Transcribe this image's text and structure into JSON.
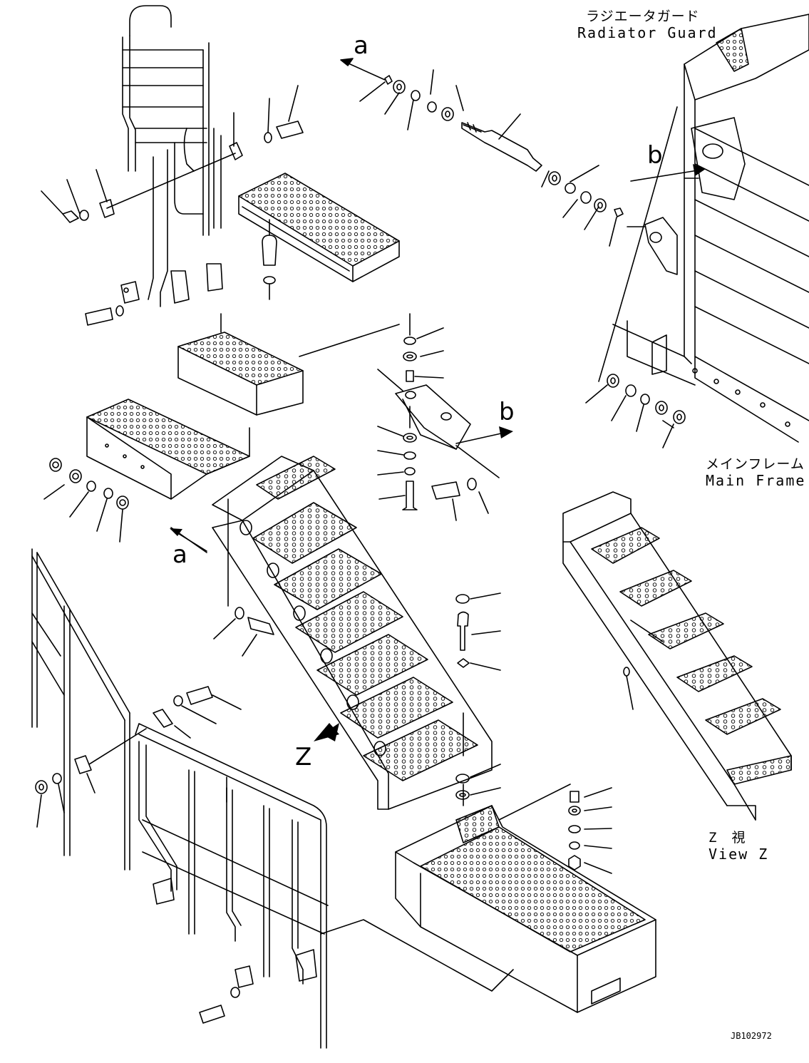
{
  "labels": {
    "radiator_guard_jp": "ラジエータガード",
    "radiator_guard_en": "Radiator Guard",
    "main_frame_jp": "メインフレーム",
    "main_frame_en": "Main Frame",
    "view_z_jp": "Z　視",
    "view_z_en": "View Z",
    "arrow_a": "a",
    "arrow_b": "b",
    "arrow_z": "Z",
    "drawing_number": "JB102972"
  },
  "colors": {
    "line": "#000000",
    "background": "#ffffff"
  }
}
